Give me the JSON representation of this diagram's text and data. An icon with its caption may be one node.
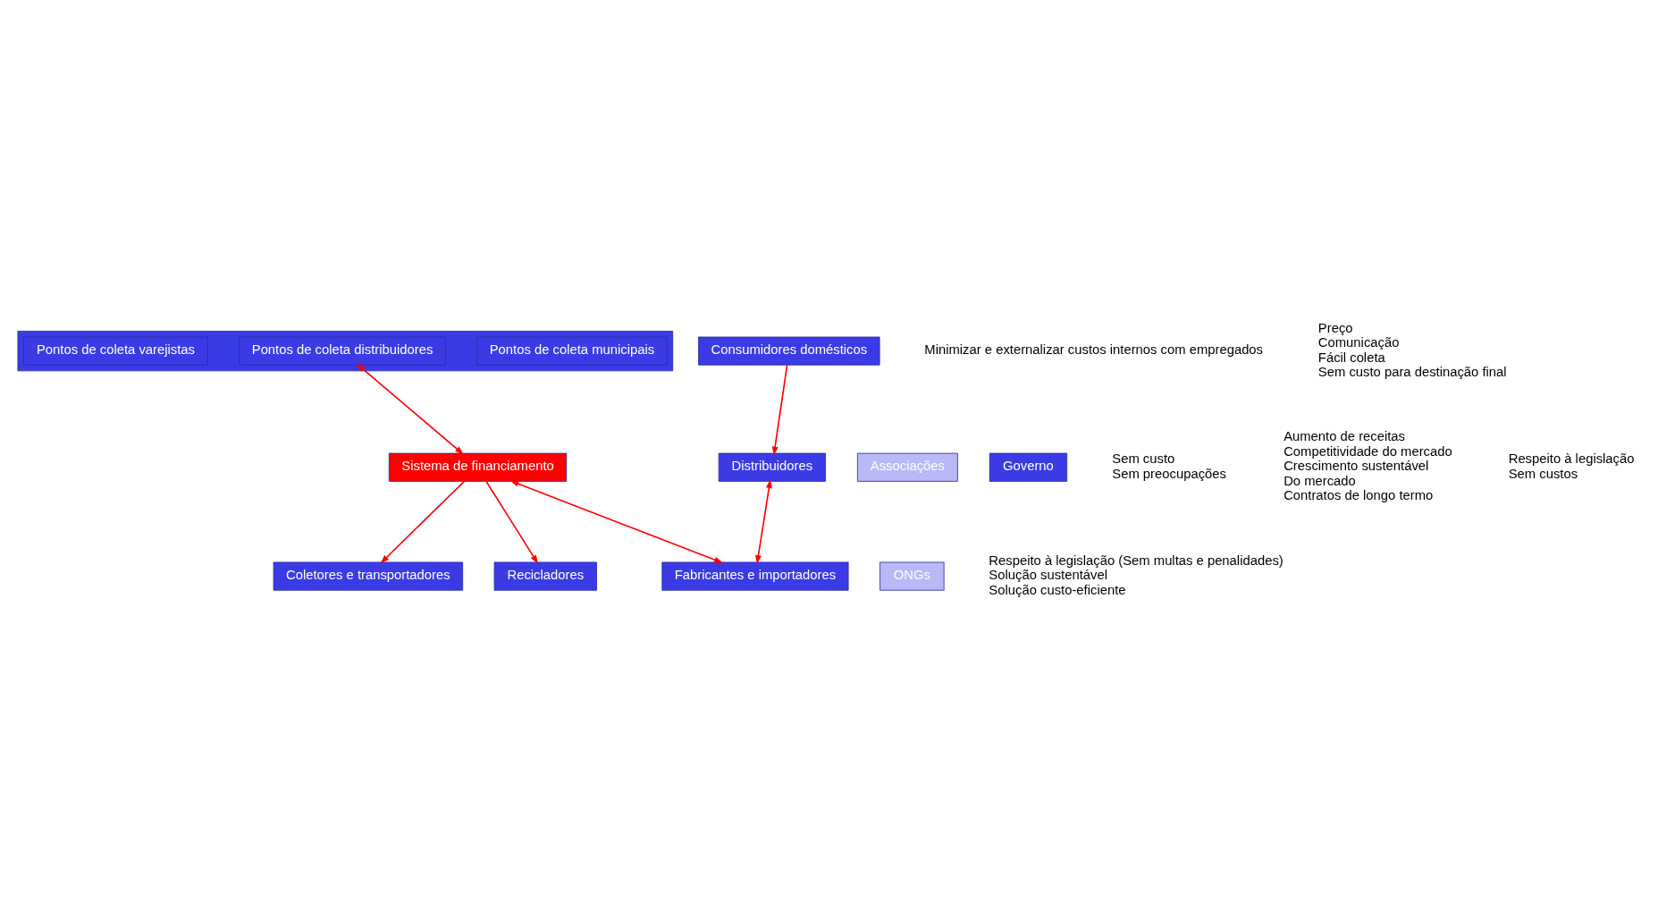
{
  "diagram": {
    "nodes": [
      {
        "text": [],
        "shape": "box"
      },
      {
        "text": [
          "Pontos de coleta municipais"
        ],
        "in": 0
      },
      {
        "text": [
          "Pontos de coleta distribuidores"
        ],
        "in": 0
      },
      {
        "text": [
          "Pontos de coleta varejistas"
        ],
        "in": 0
      },
      {
        "text": [
          "Consumidores domésticos"
        ]
      },
      {
        "text": [
          "Coletores e transportadores"
        ]
      },
      {
        "text": [
          "Recicladores"
        ]
      },
      {
        "text": [
          "Distribuidores"
        ]
      },
      {
        "text": [
          "Sistema de financiamento"
        ]
      },
      {
        "text": [
          "Associações"
        ]
      },
      {
        "text": [
          "Governo"
        ]
      },
      {
        "text": [
          "Fabricantes e importadores"
        ]
      },
      {
        "text": [
          "ONGs"
        ]
      }
    ],
    "edges": [
      {
        "from": 4,
        "to": 7,
        "arrow": "to"
      },
      {
        "from": 7,
        "to": 11,
        "arrow": "both"
      },
      {
        "from": 2,
        "to": 8,
        "arrow": "both"
      },
      {
        "from": 8,
        "to": 5,
        "arrow": "to"
      },
      {
        "from": 8,
        "to": 6,
        "arrow": "to"
      },
      {
        "from": 8,
        "to": 11,
        "arrow": "both"
      }
    ],
    "labels": [
      "Minimizar e externalizar custos internos com empregados",
      "Preço",
      "Comunicação",
      "Fácil coleta",
      "Sem custo para destinação final",
      "Sem custo",
      "Sem preocupações",
      "Aumento de receitas",
      "Competitividade do mercado",
      "Crescimento sustentável",
      "Do mercado",
      "Contratos de longo termo",
      "Respeito à legislação (Sem multas e penalidades)",
      "Solução sustentável",
      "Solução custo-eficiente",
      "Respeito à legislação",
      "Sem custos"
    ]
  }
}
